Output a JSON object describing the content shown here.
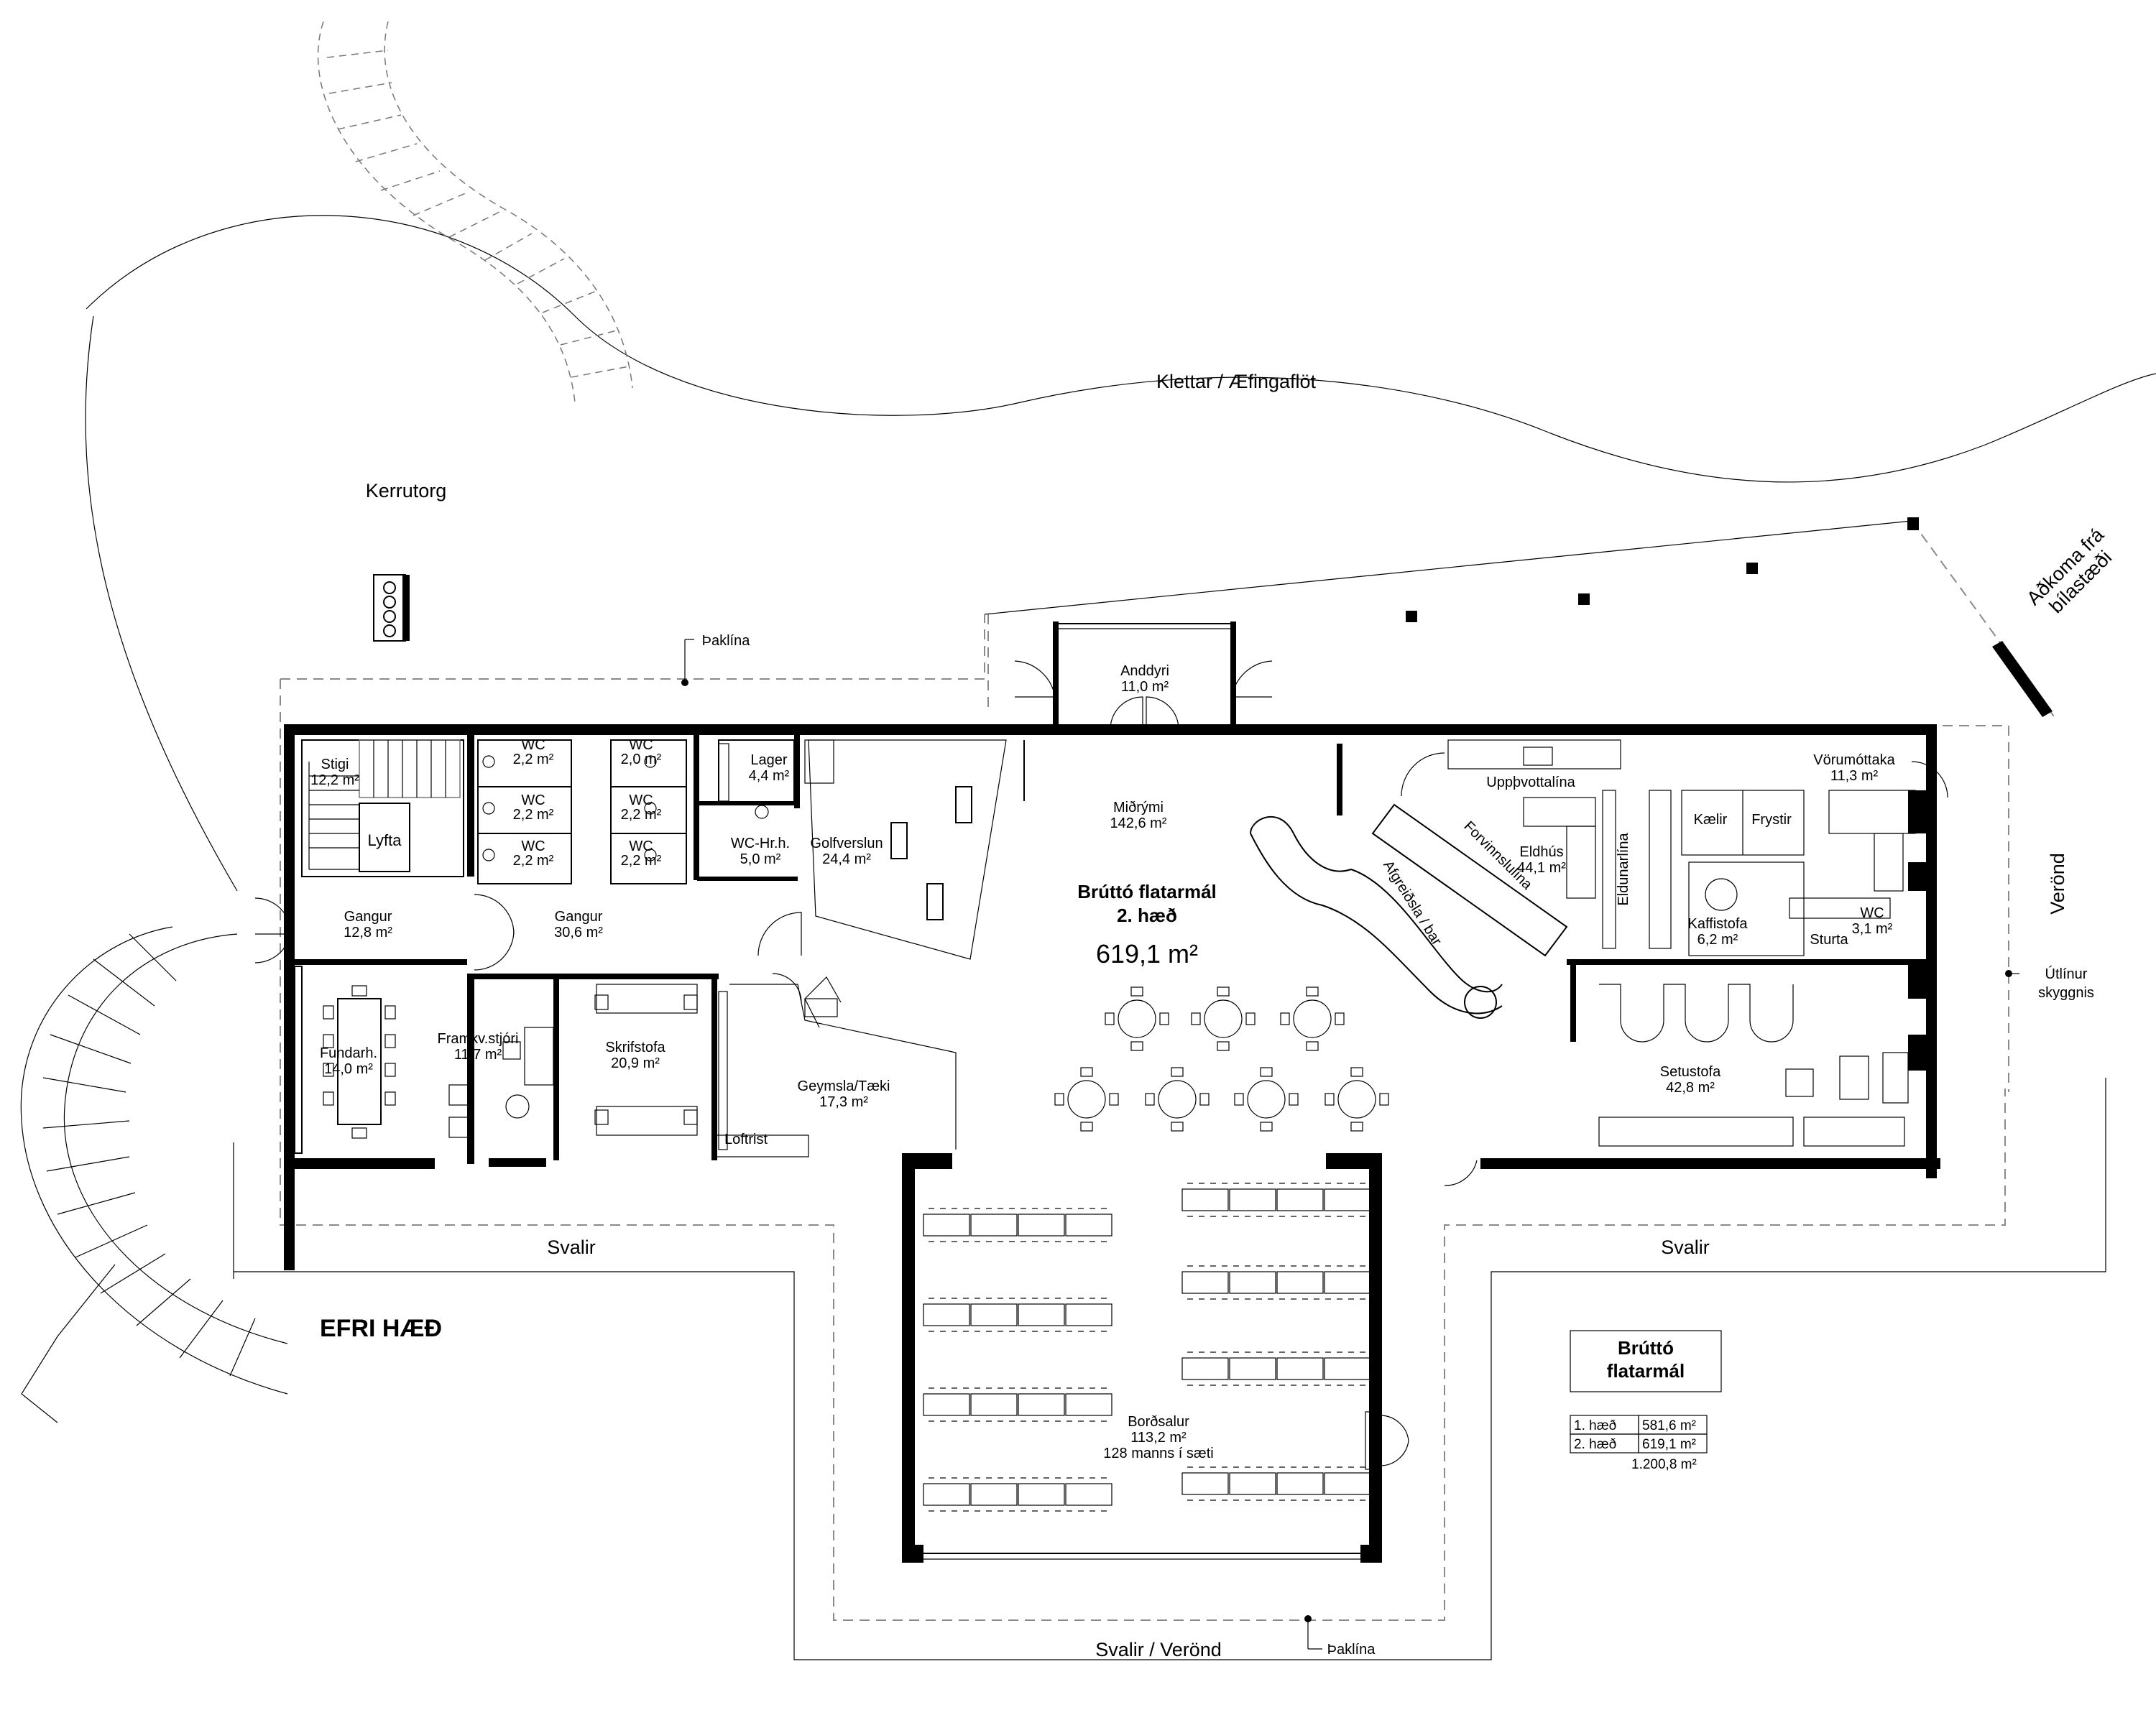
{
  "site": {
    "klettar": "Klettar / Æfingaflöt",
    "kerrutorg": "Kerrutorg",
    "adkoma": "Aðkoma frá bílastæði",
    "thaklina_top": "Þaklína",
    "thaklina_bottom": "Þaklína",
    "utlinur": "Útlínur skyggnis",
    "veron": "Verönd",
    "svalir_left": "Svalir",
    "svalir_right": "Svalir",
    "svalir_veron": "Svalir / Verönd",
    "floor_title": "EFRI HÆÐ"
  },
  "center": {
    "heading_line1": "Brúttó flatarmál",
    "heading_line2": "2. hæð",
    "area": "619,1 m²"
  },
  "rooms": {
    "anddyri": {
      "name": "Anddyri",
      "area": "11,0 m²"
    },
    "stigi": {
      "name": "Stigi",
      "area": "12,2 m²"
    },
    "lyfta": {
      "name": "Lyfta"
    },
    "wc1": {
      "name": "WC",
      "area": "2,2 m²"
    },
    "wc2": {
      "name": "WC",
      "area": "2,2 m²"
    },
    "wc3": {
      "name": "WC",
      "area": "2,2 m²"
    },
    "wc4": {
      "name": "WC",
      "area": "2,0 m²"
    },
    "wc5": {
      "name": "WC",
      "area": "2,2 m²"
    },
    "wc6": {
      "name": "WC",
      "area": "2,2 m²"
    },
    "lager": {
      "name": "Lager",
      "area": "4,4 m²"
    },
    "wchrh": {
      "name": "WC-Hr.h.",
      "area": "5,0 m²"
    },
    "golfverslun": {
      "name": "Golfverslun",
      "area": "24,4 m²"
    },
    "midrymi": {
      "name": "Miðrými",
      "area": "142,6 m²"
    },
    "gangur1": {
      "name": "Gangur",
      "area": "12,8 m²"
    },
    "gangur2": {
      "name": "Gangur",
      "area": "30,6 m²"
    },
    "fundarh": {
      "name": "Fundarh.",
      "area": "14,0 m²"
    },
    "framkv": {
      "name": "Framkv.stjóri",
      "area": "11,7 m²"
    },
    "skrifstofa": {
      "name": "Skrifstofa",
      "area": "20,9 m²"
    },
    "geymsla": {
      "name": "Geymsla/Tæki",
      "area": "17,3 m²"
    },
    "loftrist": {
      "name": "Loftrist"
    },
    "uppvottalina": {
      "name": "Uppþvottalína"
    },
    "forvinnslulina": {
      "name": "Forvinnslulína"
    },
    "afgreidsla": {
      "name": "Afgreiðsla / bar"
    },
    "eldhus": {
      "name": "Eldhús",
      "area": "44,1 m²"
    },
    "eldunarlina": {
      "name": "Eldunarlína"
    },
    "kaelir": {
      "name": "Kælir"
    },
    "frystir": {
      "name": "Frystir"
    },
    "vorumottaka": {
      "name": "Vörumóttaka",
      "area": "11,3 m²"
    },
    "kaffistofa": {
      "name": "Kaffistofa",
      "area": "6,2 m²"
    },
    "sturta": {
      "name": "Sturta"
    },
    "wc7": {
      "name": "WC",
      "area": "3,1 m²"
    },
    "setustofa": {
      "name": "Setustofa",
      "area": "42,8 m²"
    },
    "bordsalur": {
      "name": "Borðsalur",
      "area": "113,2 m²",
      "seats": "128 manns í sæti"
    }
  },
  "area_table": {
    "title_line1": "Brúttó",
    "title_line2": "flatarmál",
    "rows": [
      {
        "floor": "1. hæð",
        "area": "581,6 m²"
      },
      {
        "floor": "2. hæð",
        "area": "619,1 m²"
      }
    ],
    "total": "1.200,8 m²"
  }
}
